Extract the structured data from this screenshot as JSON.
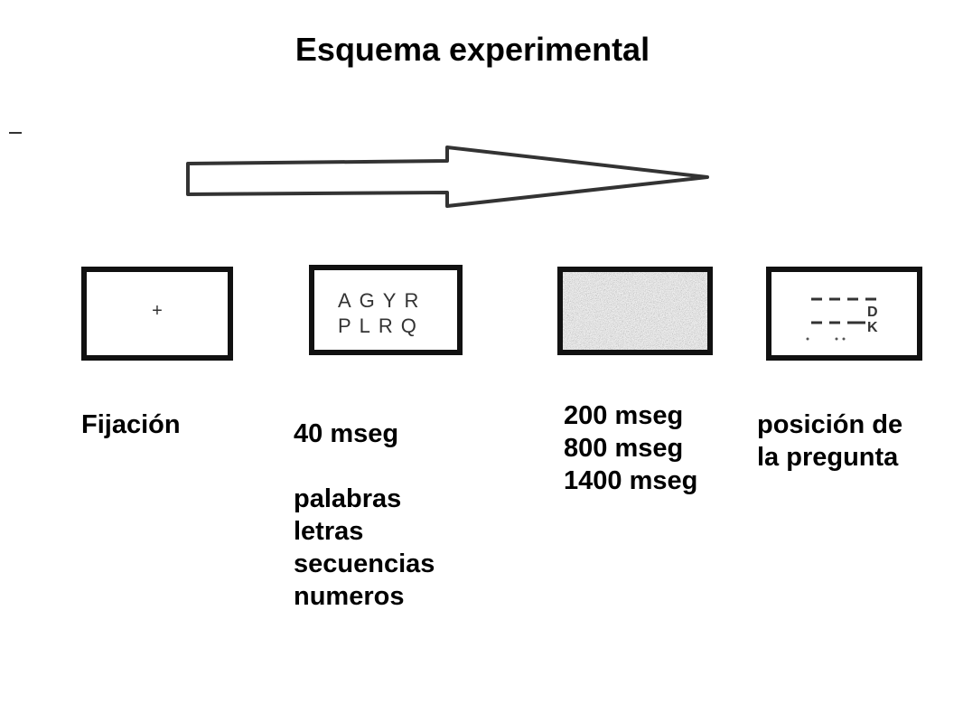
{
  "title": "Esquema experimental",
  "steps": [
    {
      "label": "Fijación",
      "screen_content": "+"
    },
    {
      "label_lines": [
        "40 mseg",
        "",
        "palabras",
        "letras",
        "secuencias",
        "numeros"
      ],
      "screen_lines": [
        "AGYR",
        "PLRQ"
      ]
    },
    {
      "label_lines": [
        "200 mseg",
        "800 mseg",
        "1400 mseg"
      ],
      "screen_content": "noise-mask"
    },
    {
      "label_lines": [
        "posición de",
        "la pregunta"
      ],
      "screen_letters": [
        "D",
        "K"
      ]
    }
  ],
  "arrow_icon": "timeline-arrow-icon"
}
